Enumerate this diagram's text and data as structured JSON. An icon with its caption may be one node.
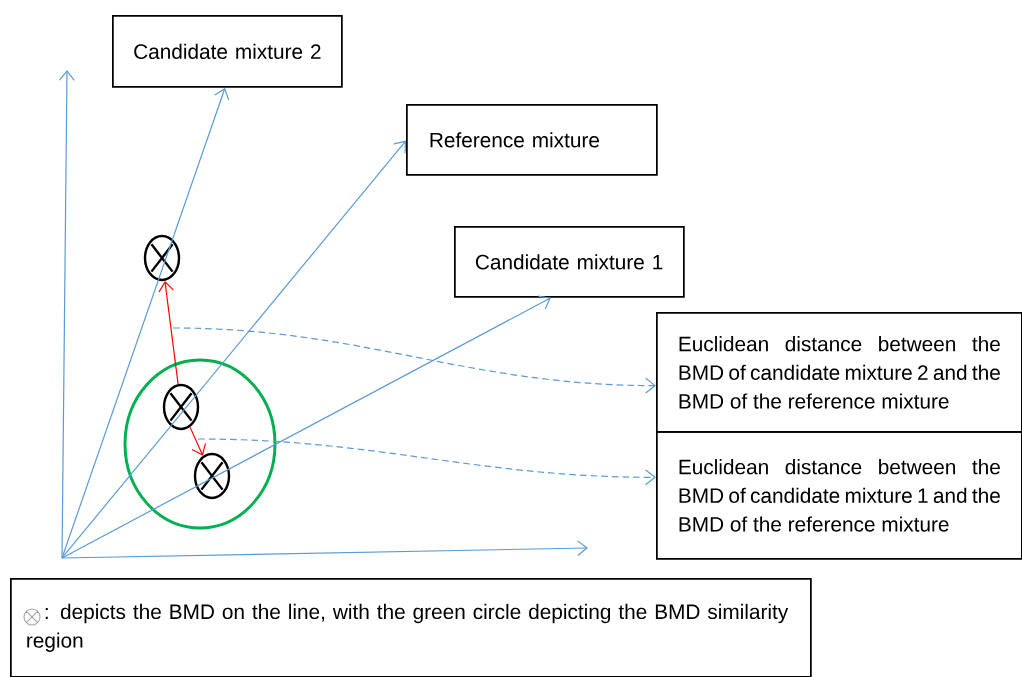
{
  "diagram": {
    "nodes": [
      {
        "text": [
          "Candidate mixture 2"
        ]
      },
      {
        "text": [
          "Reference mixture"
        ]
      },
      {
        "text": [
          "Candidate mixture 1"
        ]
      },
      {
        "text": [
          "Euclidean distance between the BMD of candidate mixture 2 and the BMD of the reference mixture"
        ]
      },
      {
        "text": [
          "Euclidean distance between the BMD of candidate mixture 1 and the BMD of the reference mixture"
        ]
      },
      {
        "text": [
          ": depicts the BMD on the line, with the green circle depicting the BMD similarity region"
        ]
      },
      {
        "text": [],
        "shape": "circle"
      },
      {
        "text": [],
        "shape": "circle"
      },
      {
        "text": [],
        "shape": "circle",
        "in": 7
      },
      {
        "text": [],
        "shape": "circle",
        "in": 7
      }
    ],
    "edges": [
      {
        "from": null,
        "to": 0,
        "arrow": "to"
      },
      {
        "from": null,
        "to": 1,
        "arrow": "to"
      },
      {
        "from": null,
        "to": 2,
        "arrow": "to"
      },
      {
        "from": 8,
        "to": 6,
        "arrow": "to",
        "color": "#ff0000"
      },
      {
        "from": 8,
        "to": 9,
        "arrow": "to",
        "color": "#ff0000"
      },
      {
        "from": null,
        "to": 3,
        "arrow": "to",
        "style": "dashed"
      },
      {
        "from": null,
        "to": 4,
        "arrow": "to",
        "style": "dashed"
      }
    ]
  }
}
